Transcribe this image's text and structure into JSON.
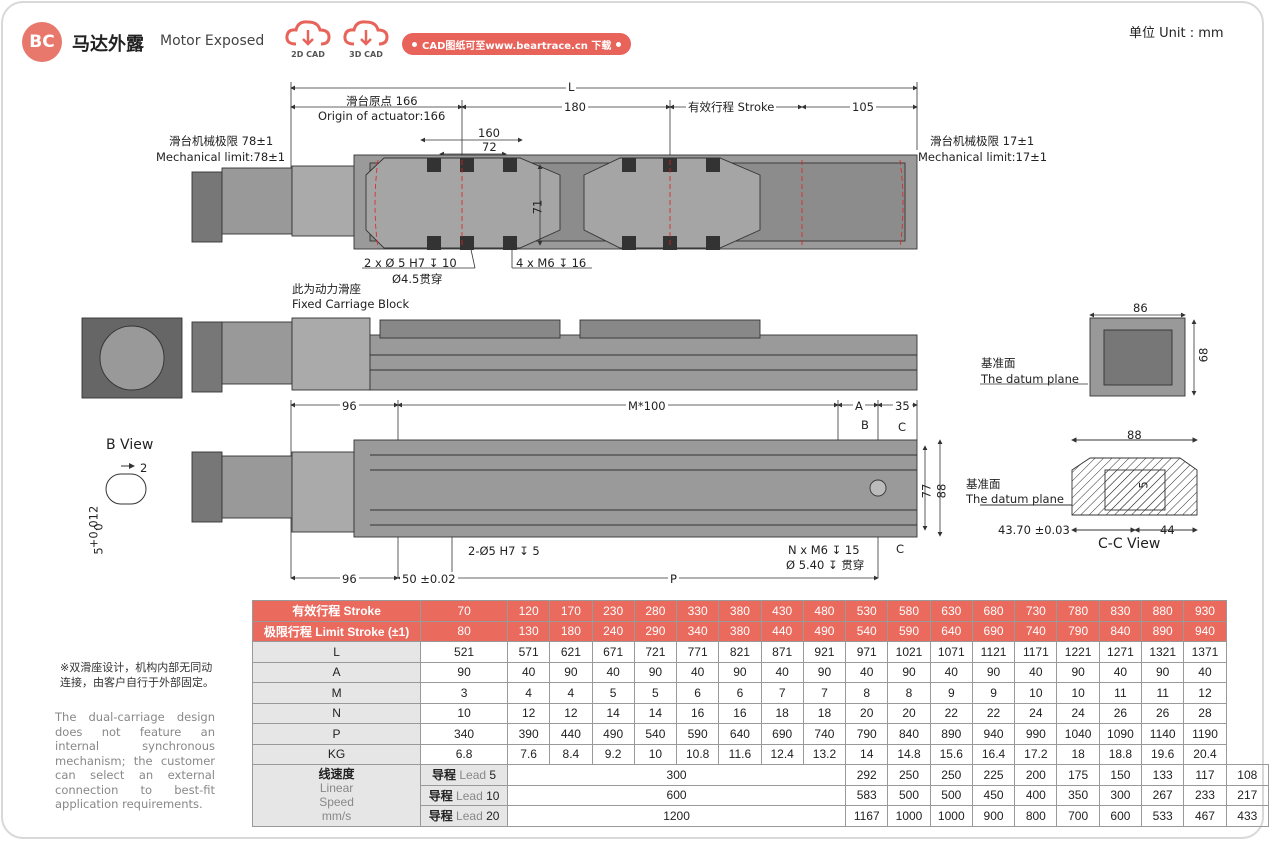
{
  "header": {
    "badge": "BC",
    "title_cn": "马达外露",
    "title_en": "Motor Exposed",
    "cad2d": "2D CAD",
    "cad3d": "3D CAD",
    "download": "CAD图纸可至www.beartrace.cn 下载",
    "unit": "单位  Unit : mm",
    "accent": "#e8635a"
  },
  "drawing": {
    "L": "L",
    "origin_cn": "滑台原点 166",
    "origin_en": "Origin of actuator:166",
    "d180": "180",
    "stroke": "有效行程 Stroke",
    "d105": "105",
    "d160": "160",
    "d72": "72",
    "d71": "71",
    "mech_left_cn": "滑台机械极限 78±1",
    "mech_left_en": "Mechanical limit:78±1",
    "mech_right_cn": "滑台机械极限 17±1",
    "mech_right_en": "Mechanical limit:17±1",
    "pin_holes": "2 x Ø 5 H7 ↧ 10",
    "through": "Ø4.5贯穿",
    "m6": "4 x M6 ↧ 16",
    "fixed_cn": "此为动力滑座",
    "fixed_en": "Fixed Carriage Block",
    "d86": "86",
    "d68": "68",
    "datum_cn": "基准面",
    "datum_en": "The datum plane",
    "d96a": "96",
    "m100": "M*100",
    "dA": "A",
    "d35": "35",
    "dB": "B",
    "dC": "C",
    "d77": "77",
    "d88v": "88",
    "b_view": "B View",
    "d2": "2",
    "tol": "+0.012",
    "tol0": "0",
    "d5": "5",
    "pin2": "2-Ø5 H7 ↧ 5",
    "nm6": "N x M6 ↧ 15",
    "nthrough": "Ø 5.40 ↧ 贯穿",
    "dC2": "C",
    "d96b": "96",
    "d50": "50 ±0.02",
    "dP": "P",
    "d88": "88",
    "datum2_cn": "基准面",
    "datum2_en": "The datum plane",
    "d43": "43.70 ±0.03",
    "d44": "44",
    "d5b": "5",
    "cc_view": "C-C View"
  },
  "notes": {
    "cn": "※双滑座设计，机构内部无同动连接，由客户自行于外部固定。",
    "en": "The dual-carriage design does not feature an internal synchronous mechanism; the customer can select an external connection to best-fit application requirements."
  },
  "table": {
    "stroke_label": "有效行程 Stroke",
    "stroke": [
      "70",
      "120",
      "170",
      "230",
      "280",
      "330",
      "380",
      "430",
      "480",
      "530",
      "580",
      "630",
      "680",
      "730",
      "780",
      "830",
      "880",
      "930"
    ],
    "limit_label": "极限行程 Limit Stroke (±1)",
    "limit": [
      "80",
      "130",
      "180",
      "240",
      "290",
      "340",
      "380",
      "440",
      "490",
      "540",
      "590",
      "640",
      "690",
      "740",
      "790",
      "840",
      "890",
      "940"
    ],
    "rows": [
      {
        "label": "L",
        "values": [
          "521",
          "571",
          "621",
          "671",
          "721",
          "771",
          "821",
          "871",
          "921",
          "971",
          "1021",
          "1071",
          "1121",
          "1171",
          "1221",
          "1271",
          "1321",
          "1371"
        ]
      },
      {
        "label": "A",
        "values": [
          "90",
          "40",
          "90",
          "40",
          "90",
          "40",
          "90",
          "40",
          "90",
          "40",
          "90",
          "40",
          "90",
          "40",
          "90",
          "40",
          "90",
          "40"
        ]
      },
      {
        "label": "M",
        "values": [
          "3",
          "4",
          "4",
          "5",
          "5",
          "6",
          "6",
          "7",
          "7",
          "8",
          "8",
          "9",
          "9",
          "10",
          "10",
          "11",
          "11",
          "12"
        ]
      },
      {
        "label": "N",
        "values": [
          "10",
          "12",
          "12",
          "14",
          "14",
          "16",
          "16",
          "18",
          "18",
          "20",
          "20",
          "22",
          "22",
          "24",
          "24",
          "26",
          "26",
          "28"
        ]
      },
      {
        "label": "P",
        "values": [
          "340",
          "390",
          "440",
          "490",
          "540",
          "590",
          "640",
          "690",
          "740",
          "790",
          "840",
          "890",
          "940",
          "990",
          "1040",
          "1090",
          "1140",
          "1190"
        ]
      },
      {
        "label": "KG",
        "values": [
          "6.8",
          "7.6",
          "8.4",
          "9.2",
          "10",
          "10.8",
          "11.6",
          "12.4",
          "13.2",
          "14",
          "14.8",
          "15.6",
          "16.4",
          "17.2",
          "18",
          "18.8",
          "19.6",
          "20.4"
        ]
      }
    ],
    "speed_cn": "线速度",
    "speed_en1": "Linear",
    "speed_en2": "Speed",
    "speed_unit": "mm/s",
    "leads": [
      {
        "cn": "导程",
        "en": "Lead",
        "num": "5",
        "base": "300",
        "values": [
          "292",
          "250",
          "250",
          "225",
          "200",
          "175",
          "150",
          "133",
          "117",
          "108"
        ]
      },
      {
        "cn": "导程",
        "en": "Lead",
        "num": "10",
        "base": "600",
        "values": [
          "583",
          "500",
          "500",
          "450",
          "400",
          "350",
          "300",
          "267",
          "233",
          "217"
        ]
      },
      {
        "cn": "导程",
        "en": "Lead",
        "num": "20",
        "base": "1200",
        "values": [
          "1167",
          "1000",
          "1000",
          "900",
          "800",
          "700",
          "600",
          "533",
          "467",
          "433"
        ]
      }
    ]
  }
}
